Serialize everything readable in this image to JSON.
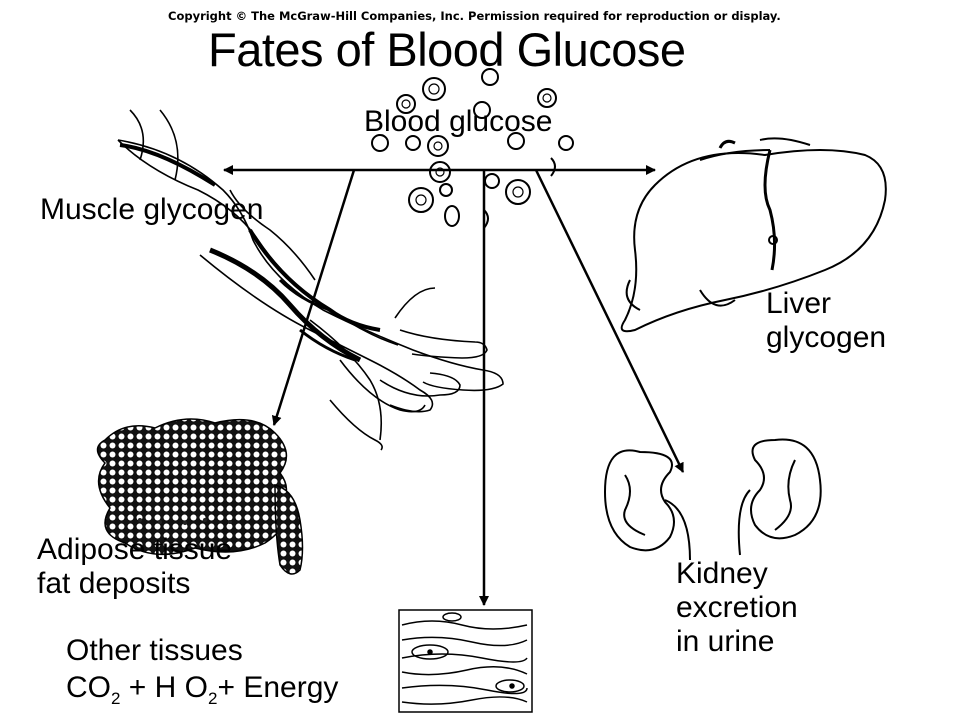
{
  "copyright": "Copyright © The McGraw-Hill Companies, Inc. Permission required for reproduction or display.",
  "title": "Fates of Blood Glucose",
  "labels": {
    "blood_glucose": "Blood glucose",
    "muscle_glycogen": "Muscle glycogen",
    "liver_line1": "Liver",
    "liver_line2": "glycogen",
    "adipose_line1": "Adipose tissue",
    "adipose_line2": "fat deposits",
    "kidney_line1": "Kidney",
    "kidney_line2": "excretion",
    "kidney_line3": "in urine",
    "other_line1": "Other tissues",
    "co2_co": "CO",
    "co2_sub": "2",
    "plus_h": " + H ",
    "h2o_o": "O",
    "h2o_sub": "2",
    "plus_energy": "+ Energy"
  },
  "icons": [
    "blood-cells-icon",
    "arm-muscle-icon",
    "liver-icon",
    "adipose-tissue-icon",
    "kidney-icon",
    "tissue-section-icon"
  ],
  "colors": {
    "ink": "#000000",
    "background": "#ffffff"
  }
}
